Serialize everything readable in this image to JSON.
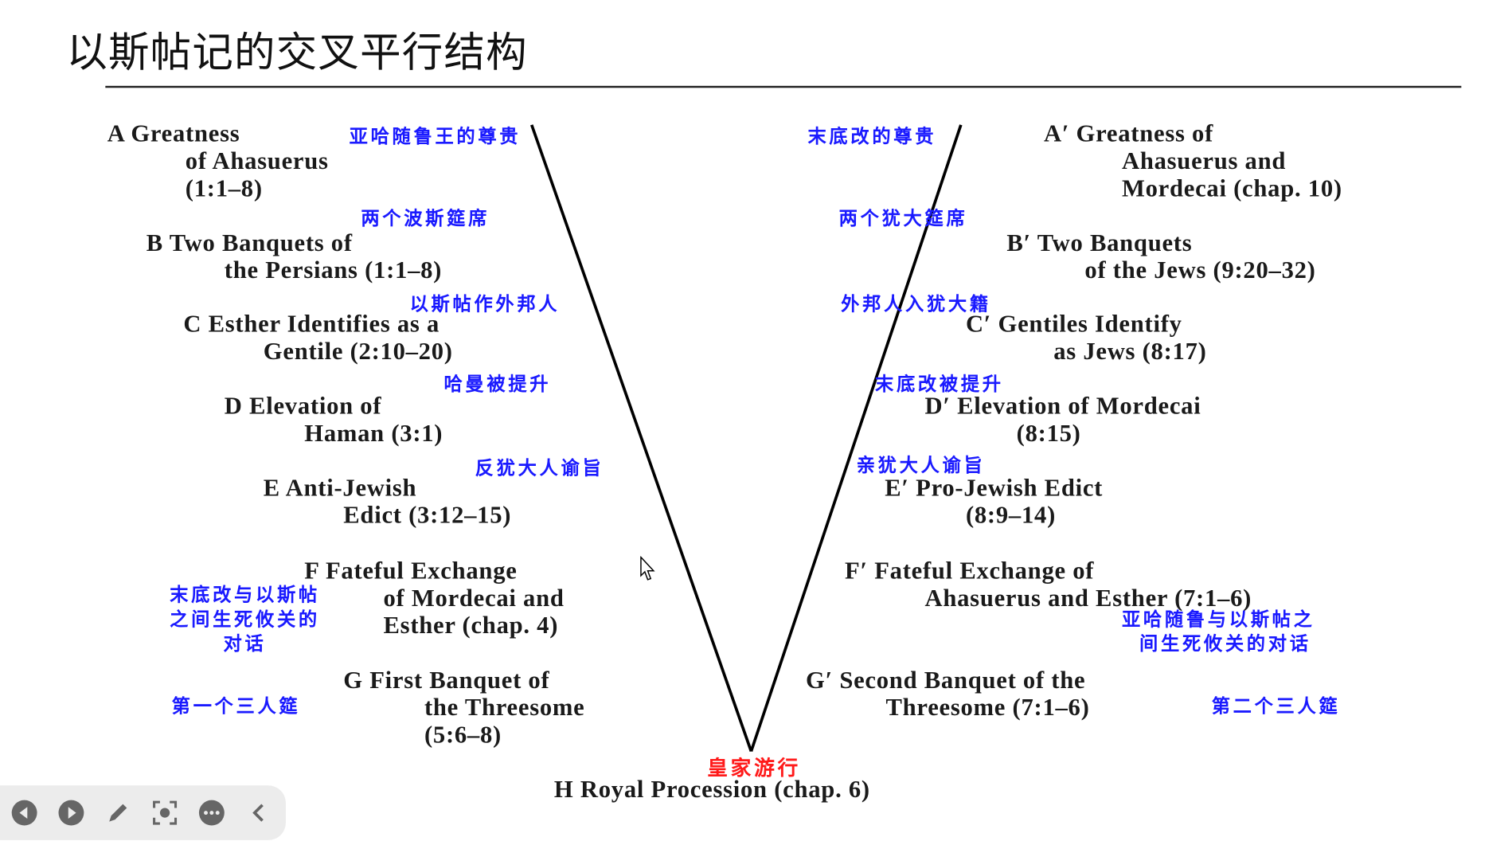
{
  "title": "以斯帖记的交叉平行结构",
  "left": [
    {
      "lines": [
        "A  Greatness",
        "of Ahasuerus",
        "(1:1–8)"
      ],
      "zh": "亚哈随鲁王的尊贵"
    },
    {
      "lines": [
        "B  Two Banquets of",
        "the Persians (1:1–8)"
      ],
      "zh": "两个波斯筵席"
    },
    {
      "lines": [
        "C  Esther Identifies as a",
        "Gentile (2:10–20)"
      ],
      "zh": "以斯帖作外邦人"
    },
    {
      "lines": [
        "D  Elevation of",
        "Haman (3:1)"
      ],
      "zh": "哈曼被提升"
    },
    {
      "lines": [
        "E  Anti-Jewish",
        "Edict (3:12–15)"
      ],
      "zh": "反犹大人谕旨"
    },
    {
      "lines": [
        "F  Fateful Exchange",
        "of Mordecai and",
        "Esther (chap. 4)"
      ],
      "zh": [
        "末底改与以斯帖",
        "之间生死攸关的",
        "对话"
      ]
    },
    {
      "lines": [
        "G  First Banquet of",
        "the Threesome",
        "(5:6–8)"
      ],
      "zh": "第一个三人筵"
    }
  ],
  "right": [
    {
      "lines": [
        "A′  Greatness of",
        "Ahasuerus and",
        "Mordecai (chap. 10)"
      ],
      "zh": "末底改的尊贵"
    },
    {
      "lines": [
        "B′  Two Banquets",
        "of the Jews (9:20–32)"
      ],
      "zh": "两个犹大筵席"
    },
    {
      "lines": [
        "C′  Gentiles Identify",
        "as Jews (8:17)"
      ],
      "zh": "外邦人入犹大籍"
    },
    {
      "lines": [
        "D′  Elevation of Mordecai",
        "(8:15)"
      ],
      "zh": "末底改被提升"
    },
    {
      "lines": [
        "E′  Pro-Jewish Edict",
        "(8:9–14)"
      ],
      "zh": "亲犹大人谕旨"
    },
    {
      "lines": [
        "F′  Fateful Exchange of",
        "Ahasuerus and Esther (7:1–6)"
      ],
      "zh": [
        "亚哈随鲁与以斯帖之",
        "间生死攸关的对话"
      ]
    },
    {
      "lines": [
        "G′  Second Banquet of the",
        "Threesome (7:1–6)"
      ],
      "zh": "第二个三人筵"
    }
  ],
  "bottom": {
    "zh": "皇家游行",
    "line": "H  Royal Procession (chap. 6)"
  },
  "colors": {
    "annotation": "#1a1aff",
    "highlight": "#ff1a1a",
    "text": "#1a1a1a"
  },
  "toolbar": [
    "previous-icon",
    "next-icon",
    "pen-icon",
    "focus-icon",
    "more-icon",
    "collapse-icon"
  ]
}
